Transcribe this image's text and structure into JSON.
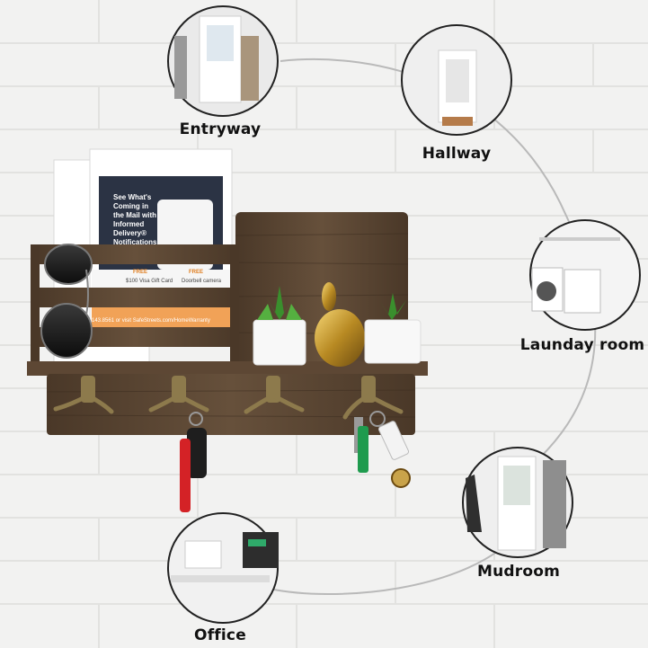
{
  "rooms": [
    {
      "id": "entryway",
      "label": "Entryway"
    },
    {
      "id": "hallway",
      "label": "Hallway"
    },
    {
      "id": "laundry",
      "label": "Launday room"
    },
    {
      "id": "mudroom",
      "label": "Mudroom"
    },
    {
      "id": "office",
      "label": "Office"
    }
  ],
  "mail": {
    "headline": [
      "See What's",
      "Coming in",
      "the Mail with",
      "Informed",
      "Delivery®",
      "Notifications"
    ],
    "strip1": "$100 Visa Gift Card",
    "strip2": "Doorbell camera",
    "strip3": "143.8561 or visit SafeStreets.com/HomeWarranty",
    "badge": "FREE"
  },
  "colors": {
    "wood": "#5a4634",
    "wood_dark": "#3f3024",
    "brass": "#8d7a4c",
    "wall": "#f3f3f2"
  }
}
